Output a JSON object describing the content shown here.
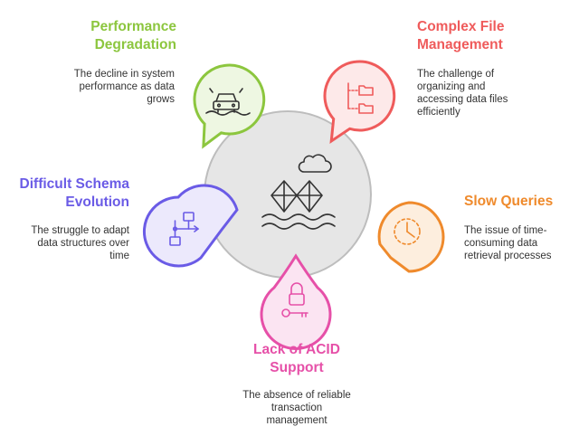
{
  "colors": {
    "center_fill": "#e6e6e6",
    "center_stroke": "#bdbdbd",
    "green": "#8cc63e",
    "green_fill": "#eef7e2",
    "red": "#ef5b5b",
    "red_fill": "#fde9e9",
    "orange": "#ef8a2c",
    "orange_fill": "#fdeede",
    "pink": "#e650a8",
    "pink_fill": "#fbe4f2",
    "purple": "#6a5be6",
    "purple_fill": "#ece9fc",
    "icon_dark": "#333333"
  },
  "center": {
    "icons": [
      "cloud-icon",
      "sailboat-icon",
      "waves-icon"
    ]
  },
  "items": {
    "performance": {
      "title_lines": [
        "Performance",
        "Degradation"
      ],
      "desc_lines": [
        "The decline in system",
        "performance as data",
        "grows"
      ],
      "icon": "sinking-car-icon"
    },
    "file": {
      "title_lines": [
        "Complex File",
        "Management"
      ],
      "desc_lines": [
        "The challenge of",
        "organizing and",
        "accessing data files",
        "efficiently"
      ],
      "icon": "folder-tree-icon"
    },
    "queries": {
      "title_lines": [
        "Slow Queries"
      ],
      "desc_lines": [
        "The issue of time-",
        "consuming data",
        "retrieval processes"
      ],
      "icon": "slow-timer-icon"
    },
    "acid": {
      "title_lines": [
        "Lack of ACID",
        "Support"
      ],
      "desc_lines": [
        "The absence of reliable",
        "transaction",
        "management"
      ],
      "icon": "lock-key-icon"
    },
    "schema": {
      "title_lines": [
        "Difficult Schema",
        "Evolution"
      ],
      "desc_lines": [
        "The struggle to adapt",
        "data structures over",
        "time"
      ],
      "icon": "workflow-icon"
    }
  }
}
